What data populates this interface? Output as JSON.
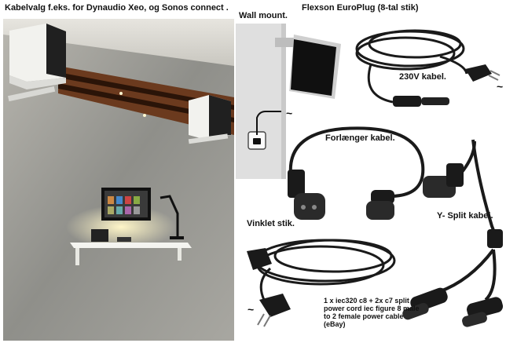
{
  "labels": {
    "title": "Kabelvalg f.eks. for Dynaudio Xeo, og Sonos connect .",
    "wall_mount": "Wall mount.",
    "flexson": "Flexson EuroPlug (8-tal stik)",
    "cable_230v": "230V kabel.",
    "extension": "Forlænger kabel.",
    "angled": "Vinklet stik.",
    "y_split": "Y- Split kabel.",
    "ebay_desc": "1 x iec320 c8 + 2x c7 split power  cord iec figure 8 male to 2 female power cable (eBay)",
    "tilde": "~"
  },
  "colors": {
    "wall": "#8f8f8a",
    "cable": "#1a1a1a",
    "wood": "#6b3a1e",
    "background": "#ffffff"
  },
  "icons": [
    "wall-speaker-icon",
    "power-outlet-icon",
    "europlug-icon",
    "c7-connector-icon",
    "c8-connector-icon"
  ]
}
